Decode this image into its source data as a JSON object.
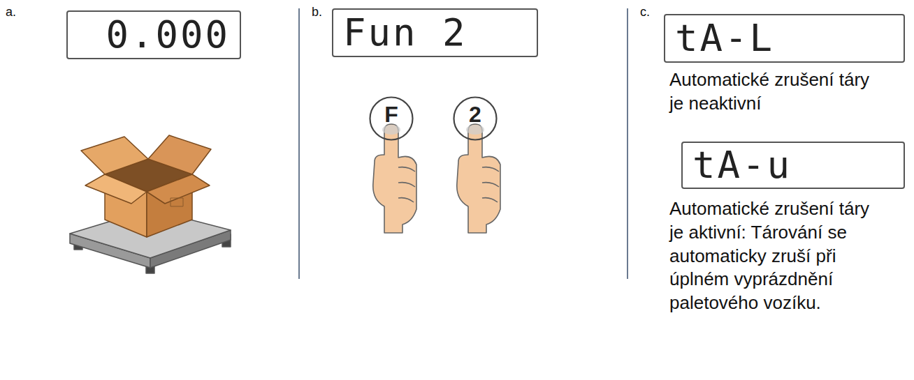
{
  "diagram": {
    "nodes": [
      {
        "text": [
          "0.000"
        ]
      },
      {
        "text": [
          "Fun 2"
        ]
      },
      {
        "text": [
          "F"
        ]
      },
      {
        "text": [
          "2"
        ]
      },
      {
        "text": [
          "tA-L"
        ]
      },
      {
        "text": [
          "tA-u"
        ]
      }
    ],
    "labels": [
      "a.",
      "b.",
      "c.",
      "Automatické zrušení táry je neaktivní",
      "Automatické zrušení táry je aktivní: Tárování se automaticky zruší při úplném vyprázdnění paletového vozíku."
    ]
  }
}
